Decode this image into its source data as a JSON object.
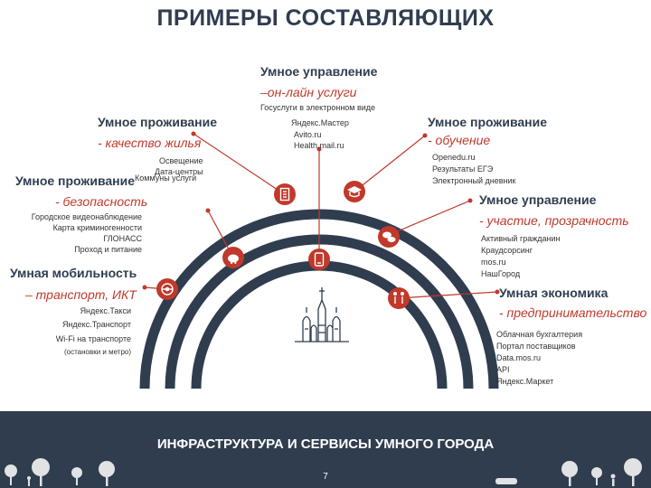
{
  "title": "ПРИМЕРЫ СОСТАВЛЯЮЩИХ",
  "accent": "#c0392b",
  "dark": "#2f3d4f",
  "blocks": {
    "gov_online": {
      "heading": "Умное управление",
      "sub": "–он-лайн услуги",
      "items": [
        "Госуслуги в электронном виде",
        "Яндекс.Мастер",
        "Avito.ru",
        "Health.mail.ru"
      ]
    },
    "quality": {
      "heading": "Умное проживание",
      "sub": "- качество жилья",
      "items": [
        "Освещение",
        "Дата-центры",
        "Коммуны услуги"
      ]
    },
    "education": {
      "heading": "Умное проживание",
      "sub": "- обучение",
      "items": [
        "Openedu.ru",
        "Результаты ЕГЭ",
        "Электронный дневник"
      ]
    },
    "safety": {
      "heading": "Умное проживание",
      "sub": "- безопасность",
      "items": [
        "Городское видеонаблюдение",
        "Карта криминогенности",
        "ГЛОНАСС",
        "Проход и питание"
      ]
    },
    "participation": {
      "heading": "Умное управление",
      "sub": "- участие, прозрачность",
      "items": [
        "Активный гражданин",
        "Краудсорсинг",
        "mos.ru",
        "НашГород"
      ]
    },
    "mobility": {
      "heading": "Умная мобильность",
      "sub": "– транспорт, ИКТ",
      "items": [
        "Яндекс.Такси",
        "Яндекс.Транспорт",
        "Wi-Fi на транспорте",
        "(остановки и метро)"
      ]
    },
    "economy": {
      "heading": "Умная экономика",
      "sub": "- предпринимательство",
      "items": [
        "Облачная бухгалтерия",
        "Портал поставщиков",
        "Data.mos.ru",
        "API",
        "Яндекс.Маркет"
      ]
    }
  },
  "icons": [
    "steering-wheel-icon",
    "piggy-bank-icon",
    "building-icon",
    "phone-icon",
    "graduation-cap-icon",
    "chat-icon",
    "people-icon"
  ],
  "footer": {
    "title": "ИНФРАСТРУКТУРА И СЕРВИСЫ УМНОГО ГОРОДА",
    "page": "7"
  }
}
